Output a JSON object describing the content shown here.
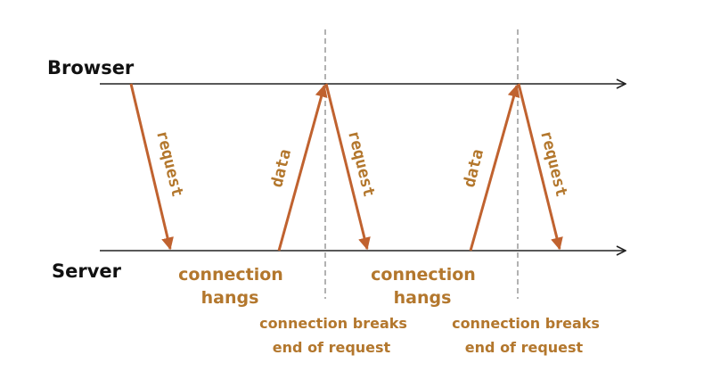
{
  "colors": {
    "accent": "#c0622f",
    "text_accent": "#b3772d",
    "line": "#222222",
    "divider": "#888888"
  },
  "lanes": {
    "browser": "Browser",
    "server": "Server"
  },
  "arrows": {
    "request_1": "request",
    "data_1": "data",
    "request_2": "request",
    "data_2": "data",
    "request_3": "request"
  },
  "notes": {
    "hang_1": {
      "line1": "connection",
      "line2": "hangs"
    },
    "hang_2": {
      "line1": "connection",
      "line2": "hangs"
    },
    "break_1": {
      "line1": "connection breaks",
      "line2": "end of request"
    },
    "break_2": {
      "line1": "connection breaks",
      "line2": "end of request"
    }
  }
}
